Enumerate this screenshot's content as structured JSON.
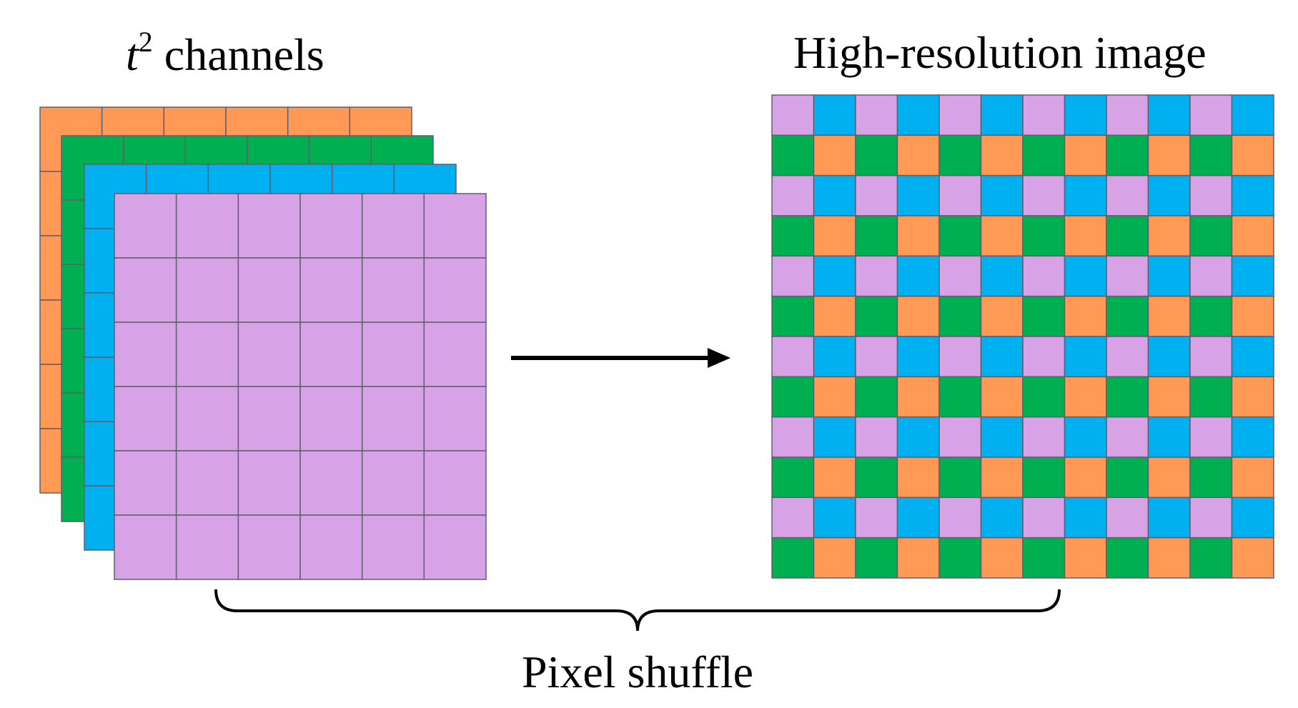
{
  "labels": {
    "channels_var": "t",
    "channels_exp": "2",
    "channels_text": " channels",
    "output_title": "High-resolution image",
    "operation": "Pixel shuffle"
  },
  "colors": {
    "orange": "#FF9955",
    "green": "#00B050",
    "blue": "#00B0F0",
    "violet": "#D7A2E6",
    "grid_line": "#5F5F6F",
    "arrow": "#000000"
  },
  "channel_stack": {
    "channel_count": 4,
    "grid_rows": 6,
    "grid_cols": 6,
    "order_back_to_front": [
      "orange",
      "green",
      "blue",
      "violet"
    ]
  },
  "output_grid": {
    "rows": 12,
    "cols": 12,
    "pattern": [
      [
        "violet",
        "blue"
      ],
      [
        "green",
        "orange"
      ]
    ]
  }
}
